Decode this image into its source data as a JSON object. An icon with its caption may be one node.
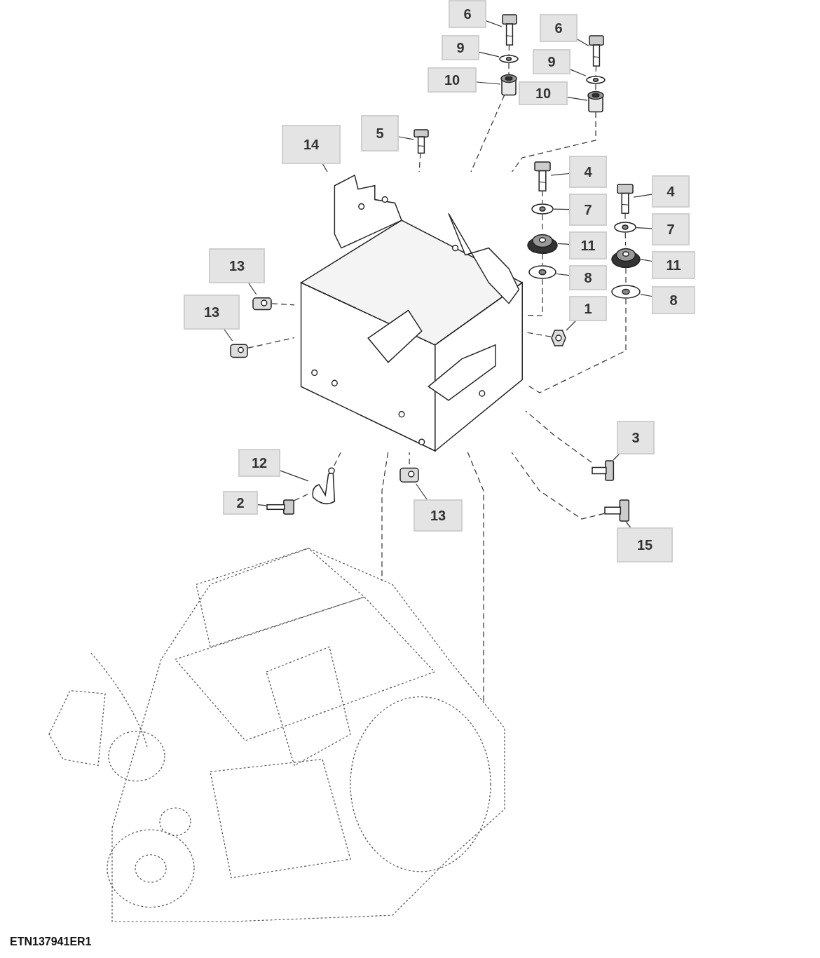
{
  "diagram": {
    "nodes": [
      {
        "text": [
          "6"
        ]
      },
      {
        "text": [],
        "shape": "picture"
      },
      {
        "text": [
          "9"
        ]
      },
      {
        "text": [],
        "shape": "picture"
      },
      {
        "text": [
          "10"
        ]
      },
      {
        "text": [],
        "shape": "cylinder"
      },
      {
        "text": [
          "6"
        ]
      },
      {
        "text": [],
        "shape": "picture"
      },
      {
        "text": [
          "9"
        ]
      },
      {
        "text": [],
        "shape": "picture"
      },
      {
        "text": [
          "10"
        ]
      },
      {
        "text": [],
        "shape": "cylinder"
      },
      {
        "text": [
          "5"
        ]
      },
      {
        "text": [],
        "shape": "picture"
      },
      {
        "text": [
          "14"
        ]
      },
      {
        "text": [],
        "shape": "picture"
      },
      {
        "text": [
          "4"
        ]
      },
      {
        "text": [],
        "shape": "picture"
      },
      {
        "text": [
          "7"
        ]
      },
      {
        "text": [],
        "shape": "picture"
      },
      {
        "text": [
          "4"
        ]
      },
      {
        "text": [],
        "shape": "picture"
      },
      {
        "text": [
          "11"
        ]
      },
      {
        "text": [],
        "shape": "picture"
      },
      {
        "text": [
          "7"
        ]
      },
      {
        "text": [],
        "shape": "picture"
      },
      {
        "text": [
          "8"
        ]
      },
      {
        "text": [],
        "shape": "picture"
      },
      {
        "text": [
          "11"
        ]
      },
      {
        "text": [],
        "shape": "picture"
      },
      {
        "text": [
          "1"
        ]
      },
      {
        "text": [],
        "shape": "picture"
      },
      {
        "text": [
          "8"
        ]
      },
      {
        "text": [],
        "shape": "picture"
      },
      {
        "text": [
          "13"
        ]
      },
      {
        "text": [],
        "shape": "picture"
      },
      {
        "text": [
          "13"
        ]
      },
      {
        "text": [],
        "shape": "picture"
      },
      {
        "text": [
          "12"
        ]
      },
      {
        "text": [],
        "shape": "picture"
      },
      {
        "text": [
          "2"
        ]
      },
      {
        "text": [],
        "shape": "picture"
      },
      {
        "text": [
          "3"
        ]
      },
      {
        "text": [],
        "shape": "picture"
      },
      {
        "text": [
          "13"
        ]
      },
      {
        "text": [],
        "shape": "picture"
      },
      {
        "text": [
          "15"
        ]
      },
      {
        "text": [],
        "shape": "picture"
      },
      {
        "text": [],
        "shape": "picture"
      }
    ],
    "edges": [
      {
        "from": 0,
        "to": 1,
        "arrow": "none"
      },
      {
        "from": 2,
        "to": 3,
        "arrow": "none"
      },
      {
        "from": 4,
        "to": 5,
        "arrow": "none"
      },
      {
        "from": 6,
        "to": 7,
        "arrow": "none"
      },
      {
        "from": 8,
        "to": 9,
        "arrow": "none"
      },
      {
        "from": 10,
        "to": 11,
        "arrow": "none"
      },
      {
        "from": 12,
        "to": 13,
        "arrow": "none"
      },
      {
        "from": 14,
        "to": 15,
        "arrow": "none"
      },
      {
        "from": 16,
        "to": 17,
        "arrow": "none"
      },
      {
        "from": 18,
        "to": 19,
        "arrow": "none"
      },
      {
        "from": 20,
        "to": 21,
        "arrow": "none"
      },
      {
        "from": 22,
        "to": 23,
        "arrow": "none"
      },
      {
        "from": 24,
        "to": 25,
        "arrow": "none"
      },
      {
        "from": 26,
        "to": 27,
        "arrow": "none"
      },
      {
        "from": 28,
        "to": 29,
        "arrow": "none"
      },
      {
        "from": 30,
        "to": 31,
        "arrow": "none"
      },
      {
        "from": 32,
        "to": 33,
        "arrow": "none"
      },
      {
        "from": 34,
        "to": 35,
        "arrow": "none"
      },
      {
        "from": 36,
        "to": 37,
        "arrow": "none"
      },
      {
        "from": 38,
        "to": 39,
        "arrow": "none"
      },
      {
        "from": 40,
        "to": 41,
        "arrow": "none"
      },
      {
        "from": 42,
        "to": 43,
        "arrow": "none"
      },
      {
        "from": 44,
        "to": 45,
        "arrow": "none"
      },
      {
        "from": 46,
        "to": 47,
        "arrow": "none"
      },
      {
        "from": 1,
        "to": 3,
        "arrow": "none",
        "style": "dashed"
      },
      {
        "from": 3,
        "to": 5,
        "arrow": "none",
        "style": "dashed"
      },
      {
        "from": 5,
        "to": 15,
        "arrow": "none",
        "style": "dashed"
      },
      {
        "from": 7,
        "to": 9,
        "arrow": "none",
        "style": "dashed"
      },
      {
        "from": 9,
        "to": 11,
        "arrow": "none",
        "style": "dashed"
      },
      {
        "from": 11,
        "to": 15,
        "arrow": "none",
        "style": "dashed"
      },
      {
        "from": 13,
        "to": 15,
        "arrow": "none",
        "style": "dashed"
      },
      {
        "from": 17,
        "to": 19,
        "arrow": "none",
        "style": "dashed"
      },
      {
        "from": 19,
        "to": 23,
        "arrow": "none",
        "style": "dashed"
      },
      {
        "from": 23,
        "to": 27,
        "arrow": "none",
        "style": "dashed"
      },
      {
        "from": 27,
        "to": 15,
        "arrow": "none",
        "style": "dashed"
      },
      {
        "from": 21,
        "to": 25,
        "arrow": "none",
        "style": "dashed"
      },
      {
        "from": 25,
        "to": 29,
        "arrow": "none",
        "style": "dashed"
      },
      {
        "from": 29,
        "to": 33,
        "arrow": "none",
        "style": "dashed"
      },
      {
        "from": 33,
        "to": 15,
        "arrow": "none",
        "style": "dashed"
      },
      {
        "from": 35,
        "to": 15,
        "arrow": "none",
        "style": "dashed"
      },
      {
        "from": 37,
        "to": 15,
        "arrow": "none",
        "style": "dashed"
      },
      {
        "from": 41,
        "to": 39,
        "arrow": "none",
        "style": "dashed"
      },
      {
        "from": 39,
        "to": 15,
        "arrow": "none",
        "style": "dashed"
      },
      {
        "from": 45,
        "to": 15,
        "arrow": "none",
        "style": "dashed"
      },
      {
        "from": 43,
        "to": 15,
        "arrow": "none",
        "style": "dashed"
      },
      {
        "from": 47,
        "to": 15,
        "arrow": "none",
        "style": "dashed"
      },
      {
        "from": 15,
        "to": 48,
        "arrow": "none",
        "style": "dashed"
      },
      {
        "from": 15,
        "to": 48,
        "arrow": "none",
        "style": "dashed"
      },
      {
        "from": 31,
        "to": 15,
        "arrow": "none",
        "style": "dashed"
      }
    ],
    "labels": [
      "ETN137941ER1"
    ]
  }
}
